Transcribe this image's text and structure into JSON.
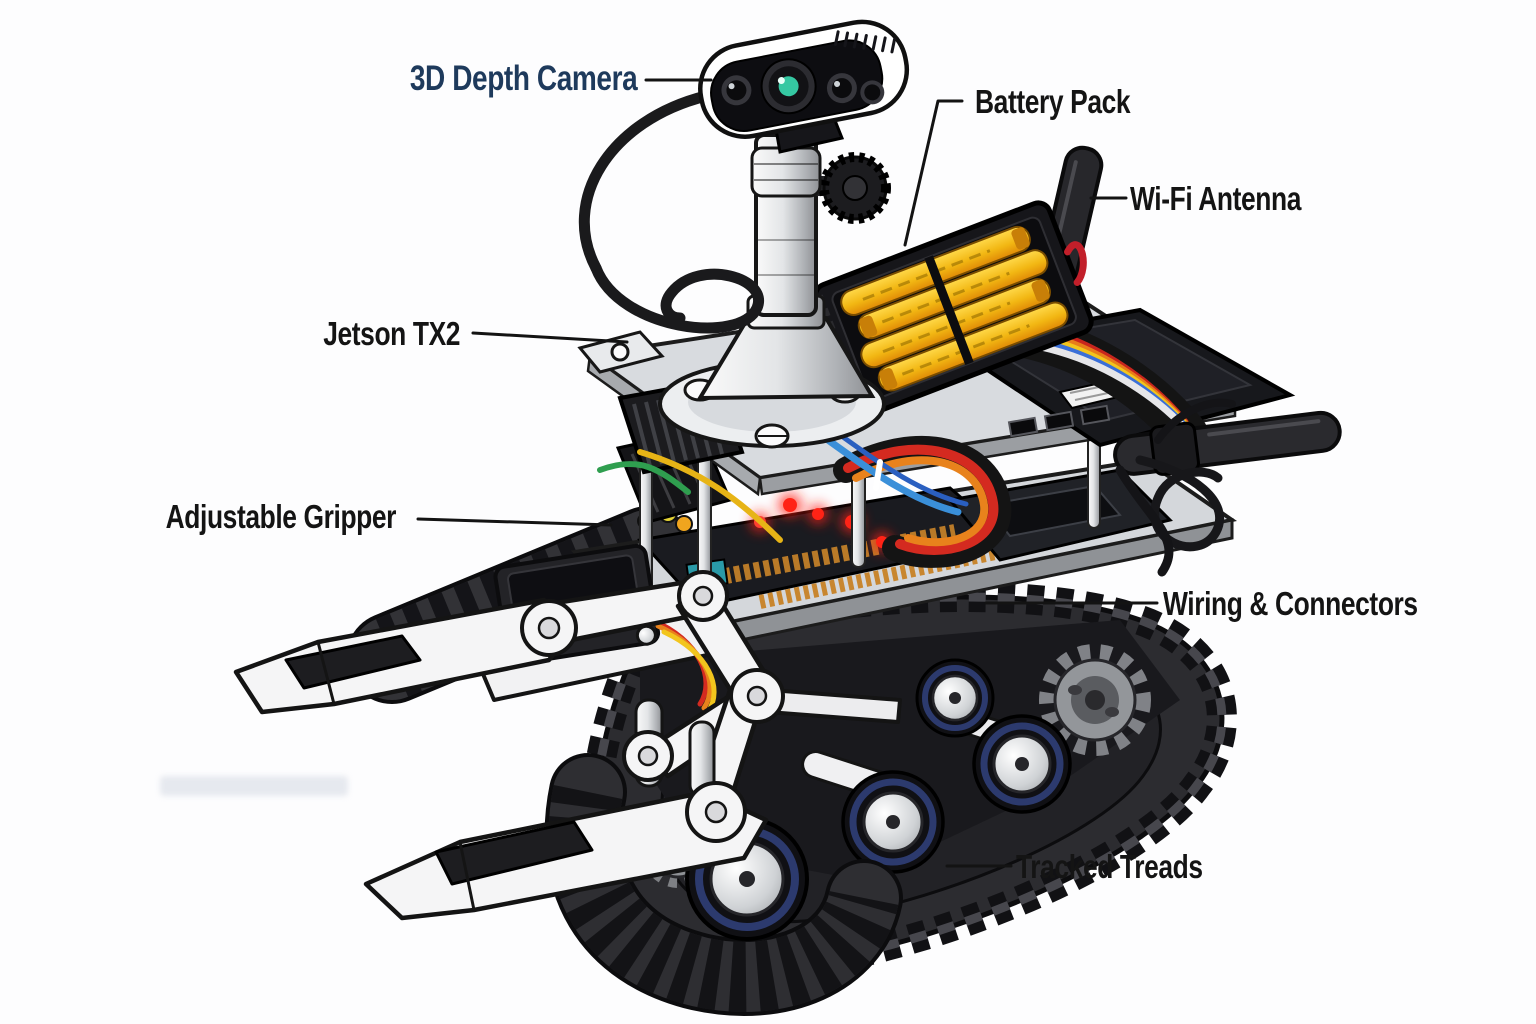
{
  "page": {
    "background": "#fdfdfe"
  },
  "diagram": {
    "labels": {
      "depth_camera": {
        "text": "3D Depth Camera",
        "color": "#1e3a5c"
      },
      "battery_pack": {
        "text": "Battery Pack",
        "color": "#141414"
      },
      "wifi_antenna": {
        "text": "Wi-Fi Antenna",
        "color": "#141414"
      },
      "jetson_tx2": {
        "text": "Jetson TX2",
        "color": "#141414"
      },
      "adjustable_gripper": {
        "text": "Adjustable Gripper",
        "color": "#141414"
      },
      "wiring_connectors": {
        "text": "Wiring & Connectors",
        "color": "#141414"
      },
      "tracked_treads": {
        "text": "Tracked Treads",
        "color": "#141414"
      }
    },
    "palette": {
      "leader_line": "#131313",
      "tread_dark": "#2c2c30",
      "chassis_dark": "#19191d",
      "plastic_white": "#f5f5f6",
      "metal_silver": "#d8dbdf",
      "battery_yellow": "#f2b713",
      "battery_holder": "#16161a",
      "led_red": "#ff2316",
      "led_green": "#8bc727",
      "wire_red": "#d42a20",
      "wire_orange": "#e8821c",
      "wire_yellow": "#f2c51d",
      "wire_blue": "#3a6fd8",
      "lens_teal": "#35c8a2"
    }
  }
}
